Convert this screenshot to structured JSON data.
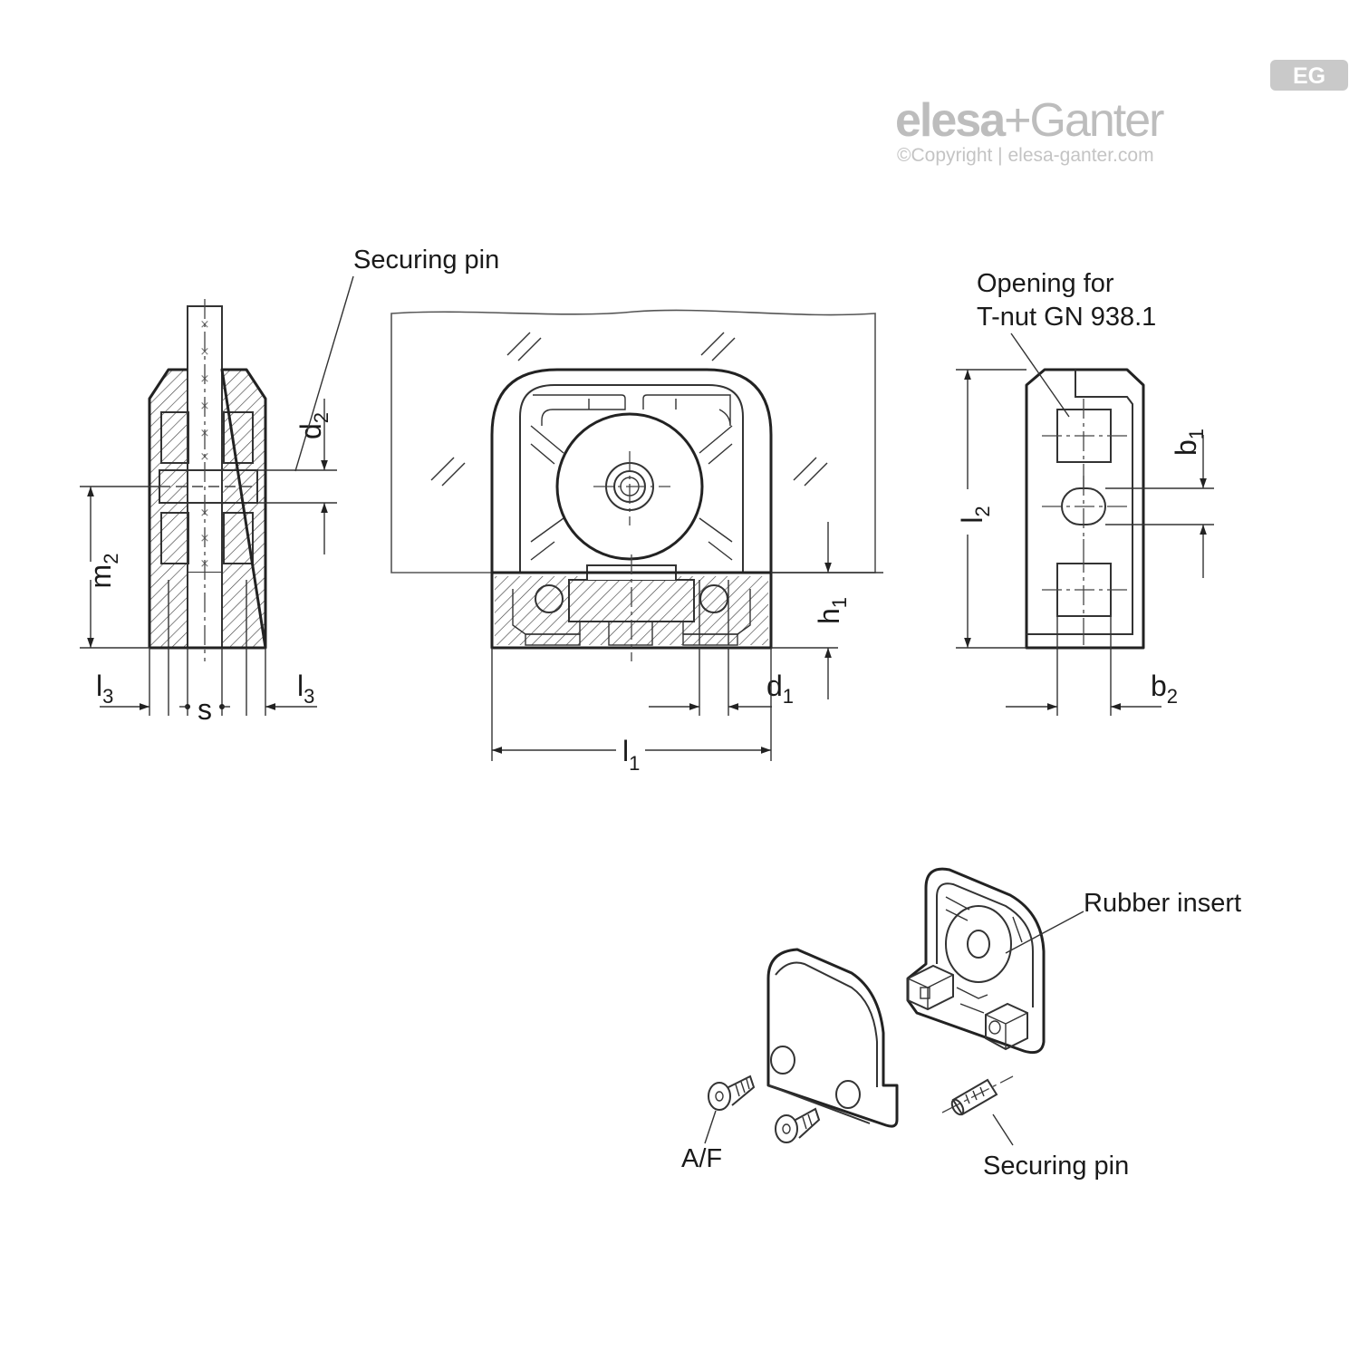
{
  "brand": {
    "badge": "EG",
    "name_part1": "elesa",
    "plus": "+",
    "name_part2": "Ganter",
    "copyright": "©Copyright | elesa-ganter.com",
    "color": "#bdbdbd"
  },
  "labels": {
    "securing_pin_top": "Securing pin",
    "opening_line1": "Opening for",
    "opening_line2": "T-nut GN 938.1",
    "rubber_insert": "Rubber insert",
    "af": "A/F",
    "securing_pin_bottom": "Securing pin"
  },
  "dimensions": {
    "d2": {
      "base": "d",
      "sub": "2"
    },
    "m2": {
      "base": "m",
      "sub": "2"
    },
    "l3_left": {
      "base": "l",
      "sub": "3"
    },
    "s": {
      "base": "s"
    },
    "l3_right": {
      "base": "l",
      "sub": "3"
    },
    "h1": {
      "base": "h",
      "sub": "1"
    },
    "d1": {
      "base": "d",
      "sub": "1"
    },
    "l1": {
      "base": "l",
      "sub": "1"
    },
    "l2": {
      "base": "l",
      "sub": "2"
    },
    "b1": {
      "base": "b",
      "sub": "1"
    },
    "b2": {
      "base": "b",
      "sub": "2"
    }
  }
}
